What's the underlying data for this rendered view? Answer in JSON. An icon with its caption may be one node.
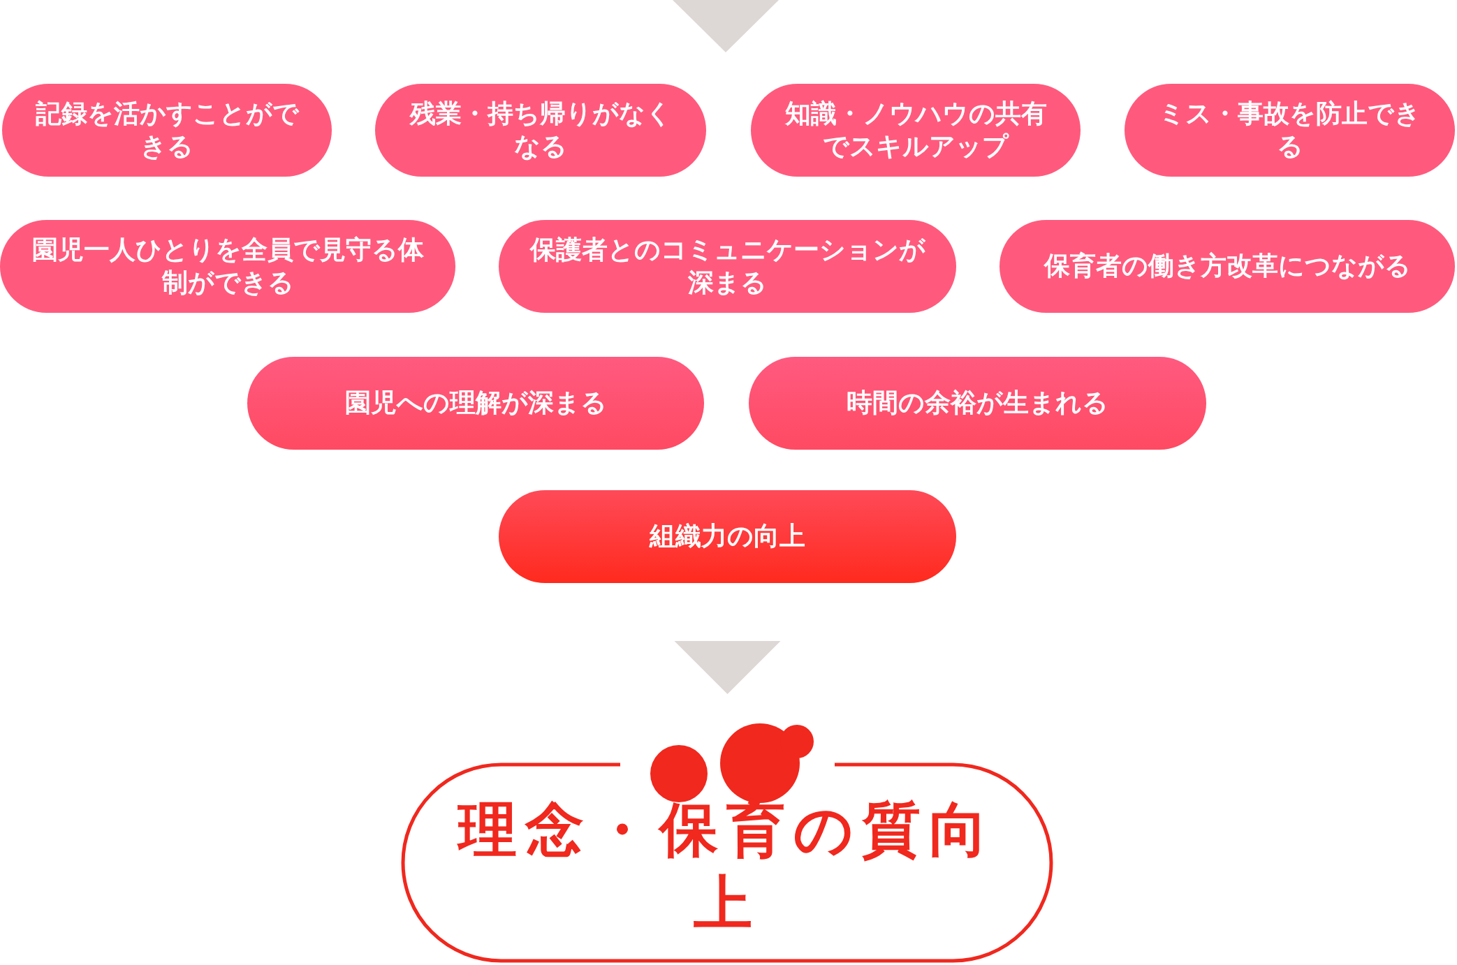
{
  "diagram": {
    "nodes": [
      {
        "text": [
          "記録を活かすことができる"
        ]
      },
      {
        "text": [
          "残業・持ち帰りがなくなる"
        ]
      },
      {
        "text": [
          "知識・ノウハウの共有でスキルアップ"
        ]
      },
      {
        "text": [
          "ミス・事故を防止できる"
        ]
      },
      {
        "text": [
          "園児一人ひとりを全員で見守る体制ができる"
        ]
      },
      {
        "text": [
          "保護者とのコミュニケーションが深まる"
        ]
      },
      {
        "text": [
          "保育者の働き方改革につながる"
        ]
      },
      {
        "text": [
          "園児への理解が深まる"
        ]
      },
      {
        "text": [
          "時間の余裕が生まれる"
        ]
      },
      {
        "text": [
          "組織力の向上"
        ]
      },
      {
        "text": [
          "理念・保育の質向上"
        ]
      }
    ],
    "edges": [
      {
        "from": 9,
        "to": 10,
        "arrow": "to"
      }
    ]
  }
}
